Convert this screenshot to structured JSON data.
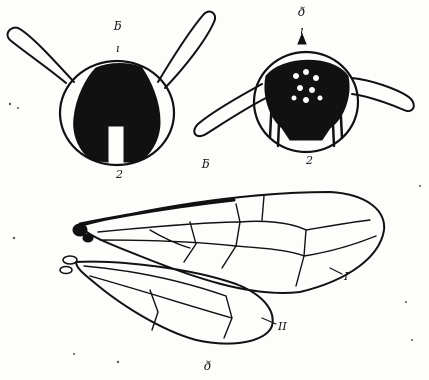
{
  "labels": {
    "left_head_top": "ƃ",
    "left_head_mark": "ı",
    "left_head_bottom": "2",
    "right_head_top": "ð",
    "right_head_mark": "ı",
    "right_head_bottom": "2",
    "middle": "ƃ",
    "wing_front": "I",
    "wing_hind": "II",
    "bottom": "ð"
  },
  "colors": {
    "ink": "#111111",
    "paper": "#fdfdfb"
  }
}
